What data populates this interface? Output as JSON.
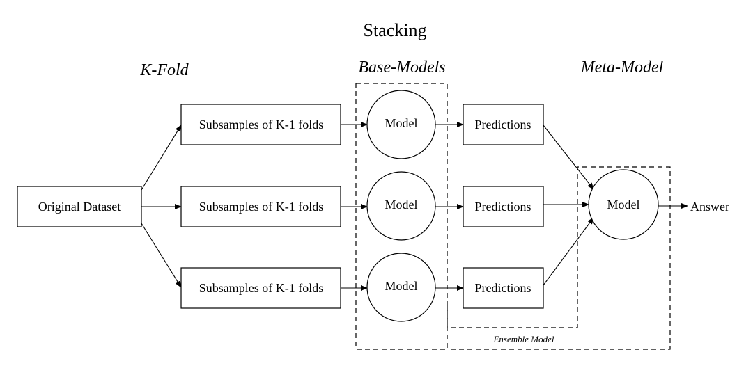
{
  "title": "Stacking",
  "sections": {
    "kfold": "K-Fold",
    "base_models": "Base-Models",
    "meta_model": "Meta-Model"
  },
  "nodes": {
    "original_dataset": "Original Dataset",
    "subsample_1": "Subsamples of K-1 folds",
    "subsample_2": "Subsamples of K-1 folds",
    "subsample_3": "Subsamples of K-1 folds",
    "base_model_1": "Model",
    "base_model_2": "Model",
    "base_model_3": "Model",
    "predictions_1": "Predictions",
    "predictions_2": "Predictions",
    "predictions_3": "Predictions",
    "meta_model": "Model",
    "answer": "Answer"
  },
  "groups": {
    "ensemble_model": "Ensemble Model"
  }
}
